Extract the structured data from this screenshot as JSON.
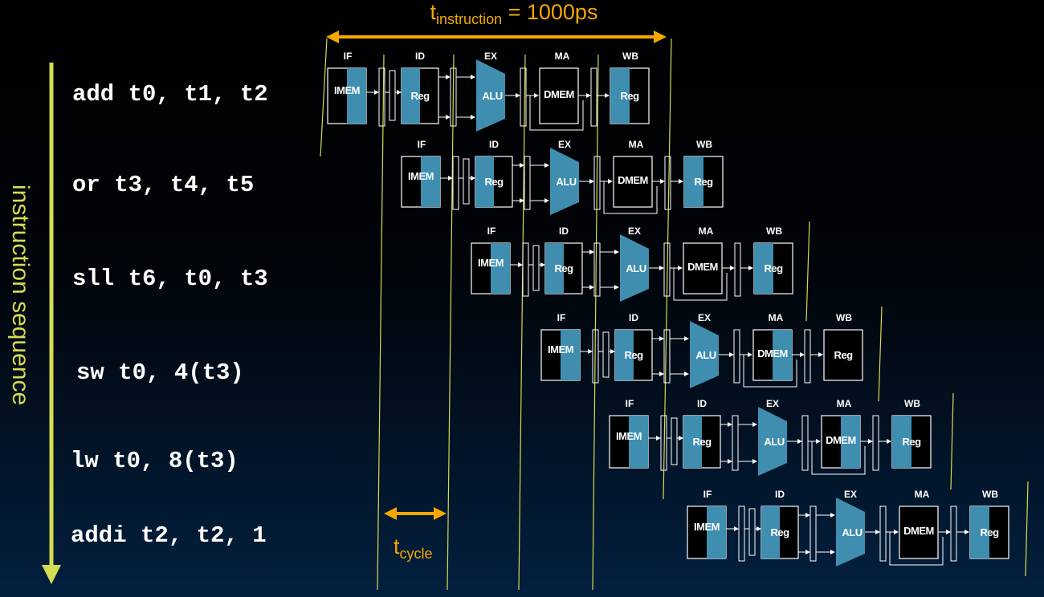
{
  "instructions": [
    "add t0, t1, t2",
    "or t3, t4, t5",
    "sll t6, t0, t3",
    "sw t0, 4(t3)",
    "lw t0, 8(t3)",
    "addi t2, t2, 1"
  ],
  "stages": [
    "IF",
    "ID",
    "EX",
    "MA",
    "WB"
  ],
  "units": {
    "imem": "IMEM",
    "reg": "Reg",
    "alu": "ALU",
    "dmem": "DMEM"
  },
  "axis_label": "instruction sequence",
  "t_instruction": {
    "t": "t",
    "sub": "instruction",
    "rest": " = 1000ps"
  },
  "t_cycle": {
    "t": "t",
    "sub": "cycle"
  },
  "colors": {
    "accent_yellow": "#d4dc52",
    "orange": "#f5a800",
    "unit_blue": "#3f8eb0",
    "line": "#ffffff"
  }
}
